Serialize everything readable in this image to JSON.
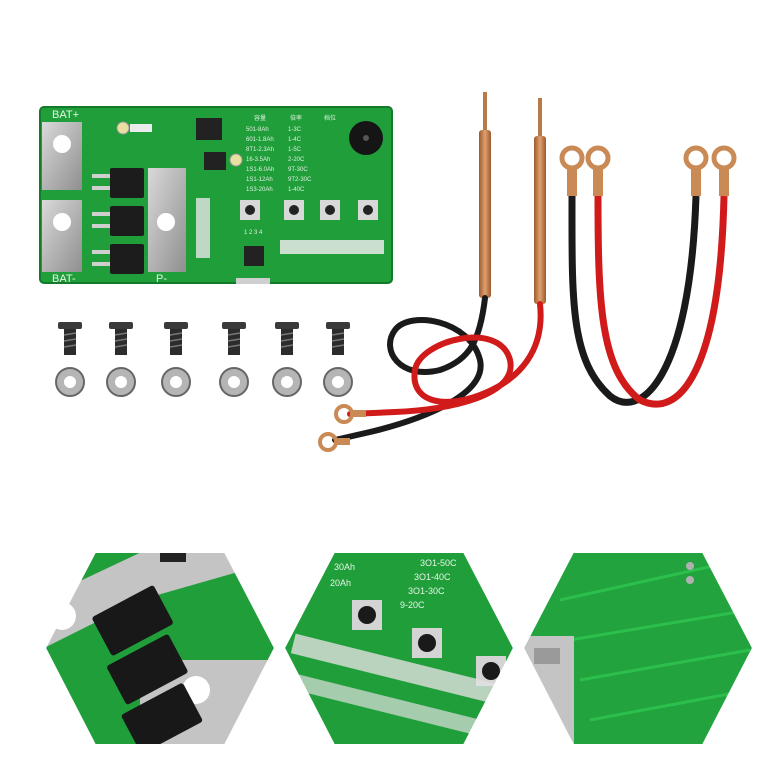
{
  "board": {
    "bat_plus": "BAT+",
    "bat_minus": "BAT-",
    "p_minus": "P-",
    "header_cols": [
      "容量",
      "倍率",
      "档位"
    ],
    "capacity_rows": [
      "501-8Ah",
      "601-1.8Ah",
      "8T1-2.3Ah",
      "16-3.5Ah",
      "1S1-6.0Ah",
      "1S1-12Ah",
      "1S3-20Ah"
    ],
    "rate_rows": [
      "1-3C",
      "1-4C",
      "1-5C",
      "2-20C",
      "9T-30C",
      "9T2-30C",
      "1-40C"
    ],
    "button_row": "1 2 3 4"
  },
  "zoom_middle": {
    "labels": [
      "30Ah",
      "20Ah",
      "3O1-50C",
      "3O1-40C",
      "3O1-30C",
      "9-20C"
    ]
  },
  "colors": {
    "pcb_green": "#1f9e3a",
    "pcb_dark": "#137a2a",
    "copper": "#c98a55",
    "wire_red": "#d11a1a",
    "wire_black": "#1a1a1a",
    "metal": "#b9b9b9"
  },
  "hardware": {
    "screw_count": 6,
    "washer_count": 6
  }
}
